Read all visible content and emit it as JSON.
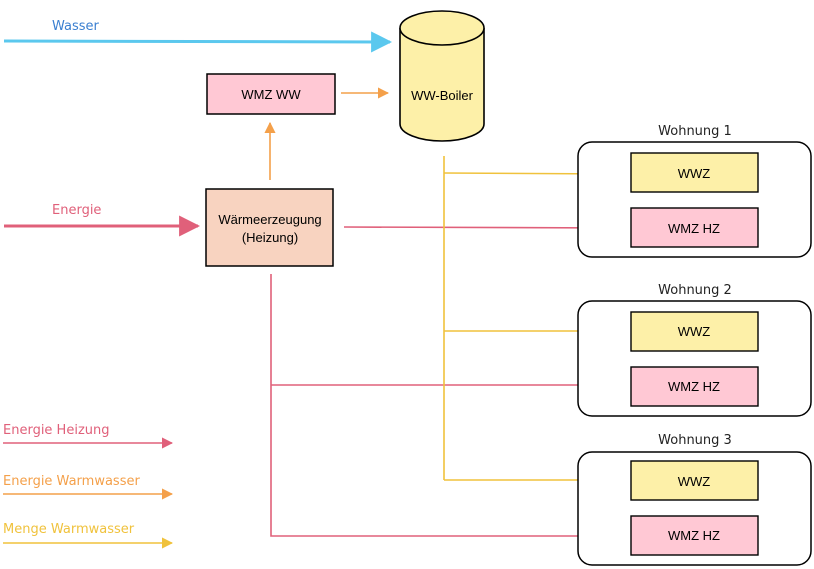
{
  "flows": {
    "wasser": "Wasser",
    "energie": "Energie"
  },
  "nodes": {
    "boiler": "WW-Boiler",
    "wmz_ww": "WMZ WW",
    "waermeerzeugung_line1": "Wärmeerzeugung",
    "waermeerzeugung_line2": "(Heizung)"
  },
  "apartments": [
    {
      "title": "Wohnung 1",
      "wwz": "WWZ",
      "wmz": "WMZ HZ"
    },
    {
      "title": "Wohnung 2",
      "wwz": "WWZ",
      "wmz": "WMZ HZ"
    },
    {
      "title": "Wohnung 3",
      "wwz": "WWZ",
      "wmz": "WMZ HZ"
    }
  ],
  "legend": [
    {
      "label": "Energie Heizung",
      "color": "#e0607a"
    },
    {
      "label": "Energie Warmwasser",
      "color": "#f4a04a"
    },
    {
      "label": "Menge Warmwasser",
      "color": "#f0c23c"
    }
  ],
  "colors": {
    "water": "#5bc8ee",
    "heating": "#e0607a",
    "hotwater_energy": "#f4a04a",
    "hotwater_volume": "#f0c23c",
    "yellow_fill": "#fdf0a8",
    "pink_fill": "#ffc8d4",
    "peach_fill": "#f8d3c0"
  }
}
